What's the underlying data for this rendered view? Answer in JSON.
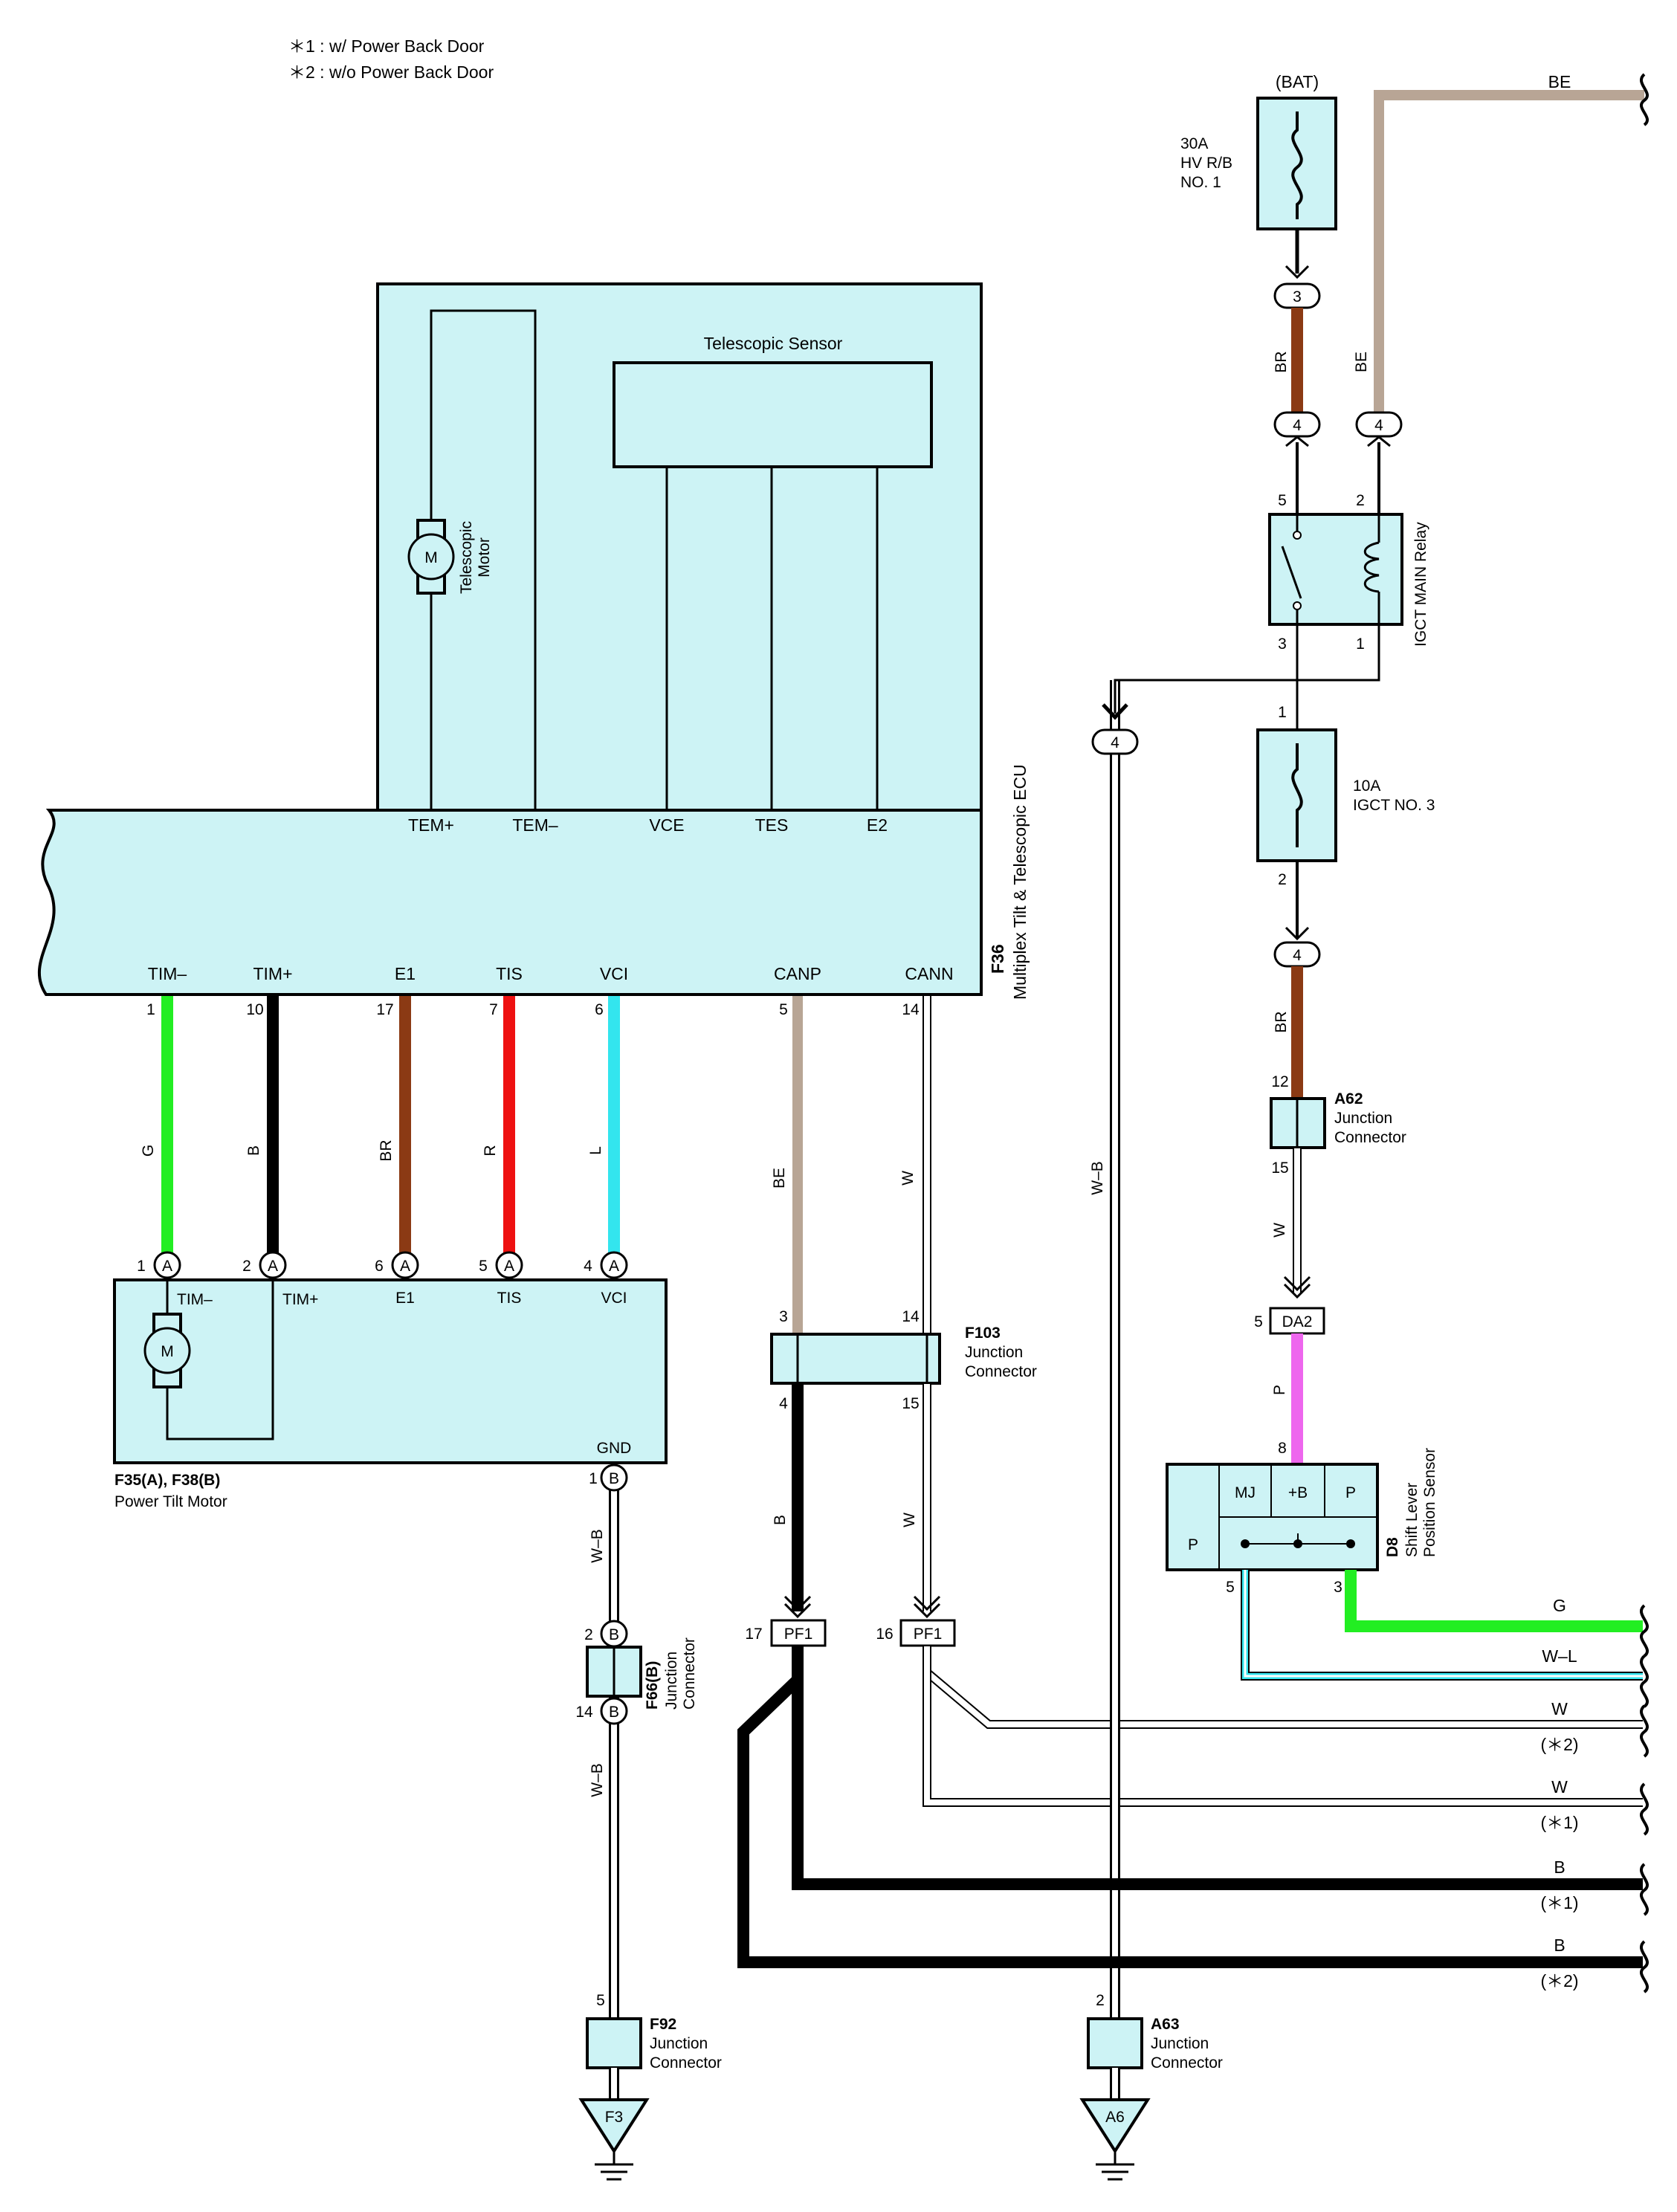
{
  "legend": {
    "note1": "＊1 : w/ Power Back Door",
    "note2": "＊2 : w/o Power Back Door"
  },
  "ecu": {
    "code": "F36",
    "name": "Multiplex Tilt & Telescopic ECU",
    "motor_label": "Telescopic Motor",
    "motor_symbol": "M",
    "sensor_label": "Telescopic Sensor",
    "top_pins": [
      "TEM+",
      "TEM–",
      "VCE",
      "TES",
      "E2"
    ],
    "bottom_pins": [
      {
        "name": "TIM–",
        "num": "1",
        "wire": "G",
        "color": "#22ee22"
      },
      {
        "name": "TIM+",
        "num": "10",
        "wire": "B",
        "color": "#000000"
      },
      {
        "name": "E1",
        "num": "17",
        "wire": "BR",
        "color": "#8b3a14"
      },
      {
        "name": "TIS",
        "num": "7",
        "wire": "R",
        "color": "#ee1111"
      },
      {
        "name": "VCI",
        "num": "6",
        "wire": "L",
        "color": "#33e5ee"
      },
      {
        "name": "CANP",
        "num": "5",
        "wire": "BE",
        "color": "#b8a595"
      },
      {
        "name": "CANN",
        "num": "14",
        "wire": "W",
        "color": "#ffffff"
      }
    ]
  },
  "tilt_motor": {
    "code": "F35(A), F38(B)",
    "name": "Power Tilt Motor",
    "motor_symbol": "M",
    "pins": [
      {
        "num": "1",
        "conn": "A",
        "name": "TIM–"
      },
      {
        "num": "2",
        "conn": "A",
        "name": "TIM+"
      },
      {
        "num": "6",
        "conn": "A",
        "name": "E1"
      },
      {
        "num": "5",
        "conn": "A",
        "name": "TIS"
      },
      {
        "num": "4",
        "conn": "A",
        "name": "VCI"
      }
    ],
    "gnd_label": "GND",
    "gnd_pin": "1",
    "gnd_conn": "B"
  },
  "f66": {
    "code": "F66(B)",
    "name": "Junction Connector",
    "pin_top": "2",
    "pin_bottom": "14",
    "conn": "B",
    "wire_top": "W–B",
    "wire_bottom": "W–B"
  },
  "f92": {
    "code": "F92",
    "name": "Junction Connector",
    "pin": "5",
    "ground": "F3"
  },
  "f103": {
    "code": "F103",
    "name": "Junction Connector",
    "pin_in_left": "3",
    "pin_in_right": "14",
    "pin_out_left": "4",
    "pin_out_right": "15",
    "wire_out_left": "B",
    "wire_out_right": "W"
  },
  "pf1": {
    "label": "PF1",
    "pin_left": "17",
    "pin_right": "16"
  },
  "a63": {
    "code": "A63",
    "name": "Junction Connector",
    "pin": "2",
    "ground": "A6",
    "wire": "W–B",
    "top_pin": "4"
  },
  "power": {
    "bat_label": "(BAT)",
    "fuse1_amp": "30A",
    "fuse1_name1": "HV R/B",
    "fuse1_name2": "NO. 1",
    "pin_3": "3",
    "wire_br": "BR",
    "wire_be": "BE",
    "pin_4a": "4",
    "pin_4b": "4",
    "top_right_wire": "BE"
  },
  "relay": {
    "name": "IGCT MAIN Relay",
    "pin5": "5",
    "pin2": "2",
    "pin3": "3",
    "pin1": "1"
  },
  "fuse2": {
    "amp": "10A",
    "name": "IGCT NO. 3",
    "pin_top": "1",
    "pin_bottom": "2",
    "conn_pin": "4",
    "wire": "BR"
  },
  "a62": {
    "code": "A62",
    "name": "Junction Connector",
    "pin_top": "12",
    "pin_bottom": "15",
    "wire_out": "W"
  },
  "da2": {
    "label": "DA2",
    "pin": "5",
    "wire_out": "P"
  },
  "d8": {
    "code": "D8",
    "name": "Shift Lever Position Sensor",
    "pin_top": "8",
    "pin_left": "5",
    "pin_right": "3",
    "cells_top": [
      "MJ",
      "+B",
      "P"
    ],
    "cell_left": "P"
  },
  "right_outputs": [
    {
      "wire": "G",
      "note": ""
    },
    {
      "wire": "W–L",
      "note": ""
    },
    {
      "wire": "W",
      "note": "(＊2)"
    },
    {
      "wire": "W",
      "note": "(＊1)"
    },
    {
      "wire": "B",
      "note": "(＊1)"
    },
    {
      "wire": "B",
      "note": "(＊2)"
    }
  ],
  "colors": {
    "box_fill": "#cdf3f5",
    "green": "#22ee22",
    "brown": "#8b3a14",
    "red": "#ee1111",
    "blue": "#33e5ee",
    "beige": "#b8a595",
    "pink": "#ee66ee"
  }
}
